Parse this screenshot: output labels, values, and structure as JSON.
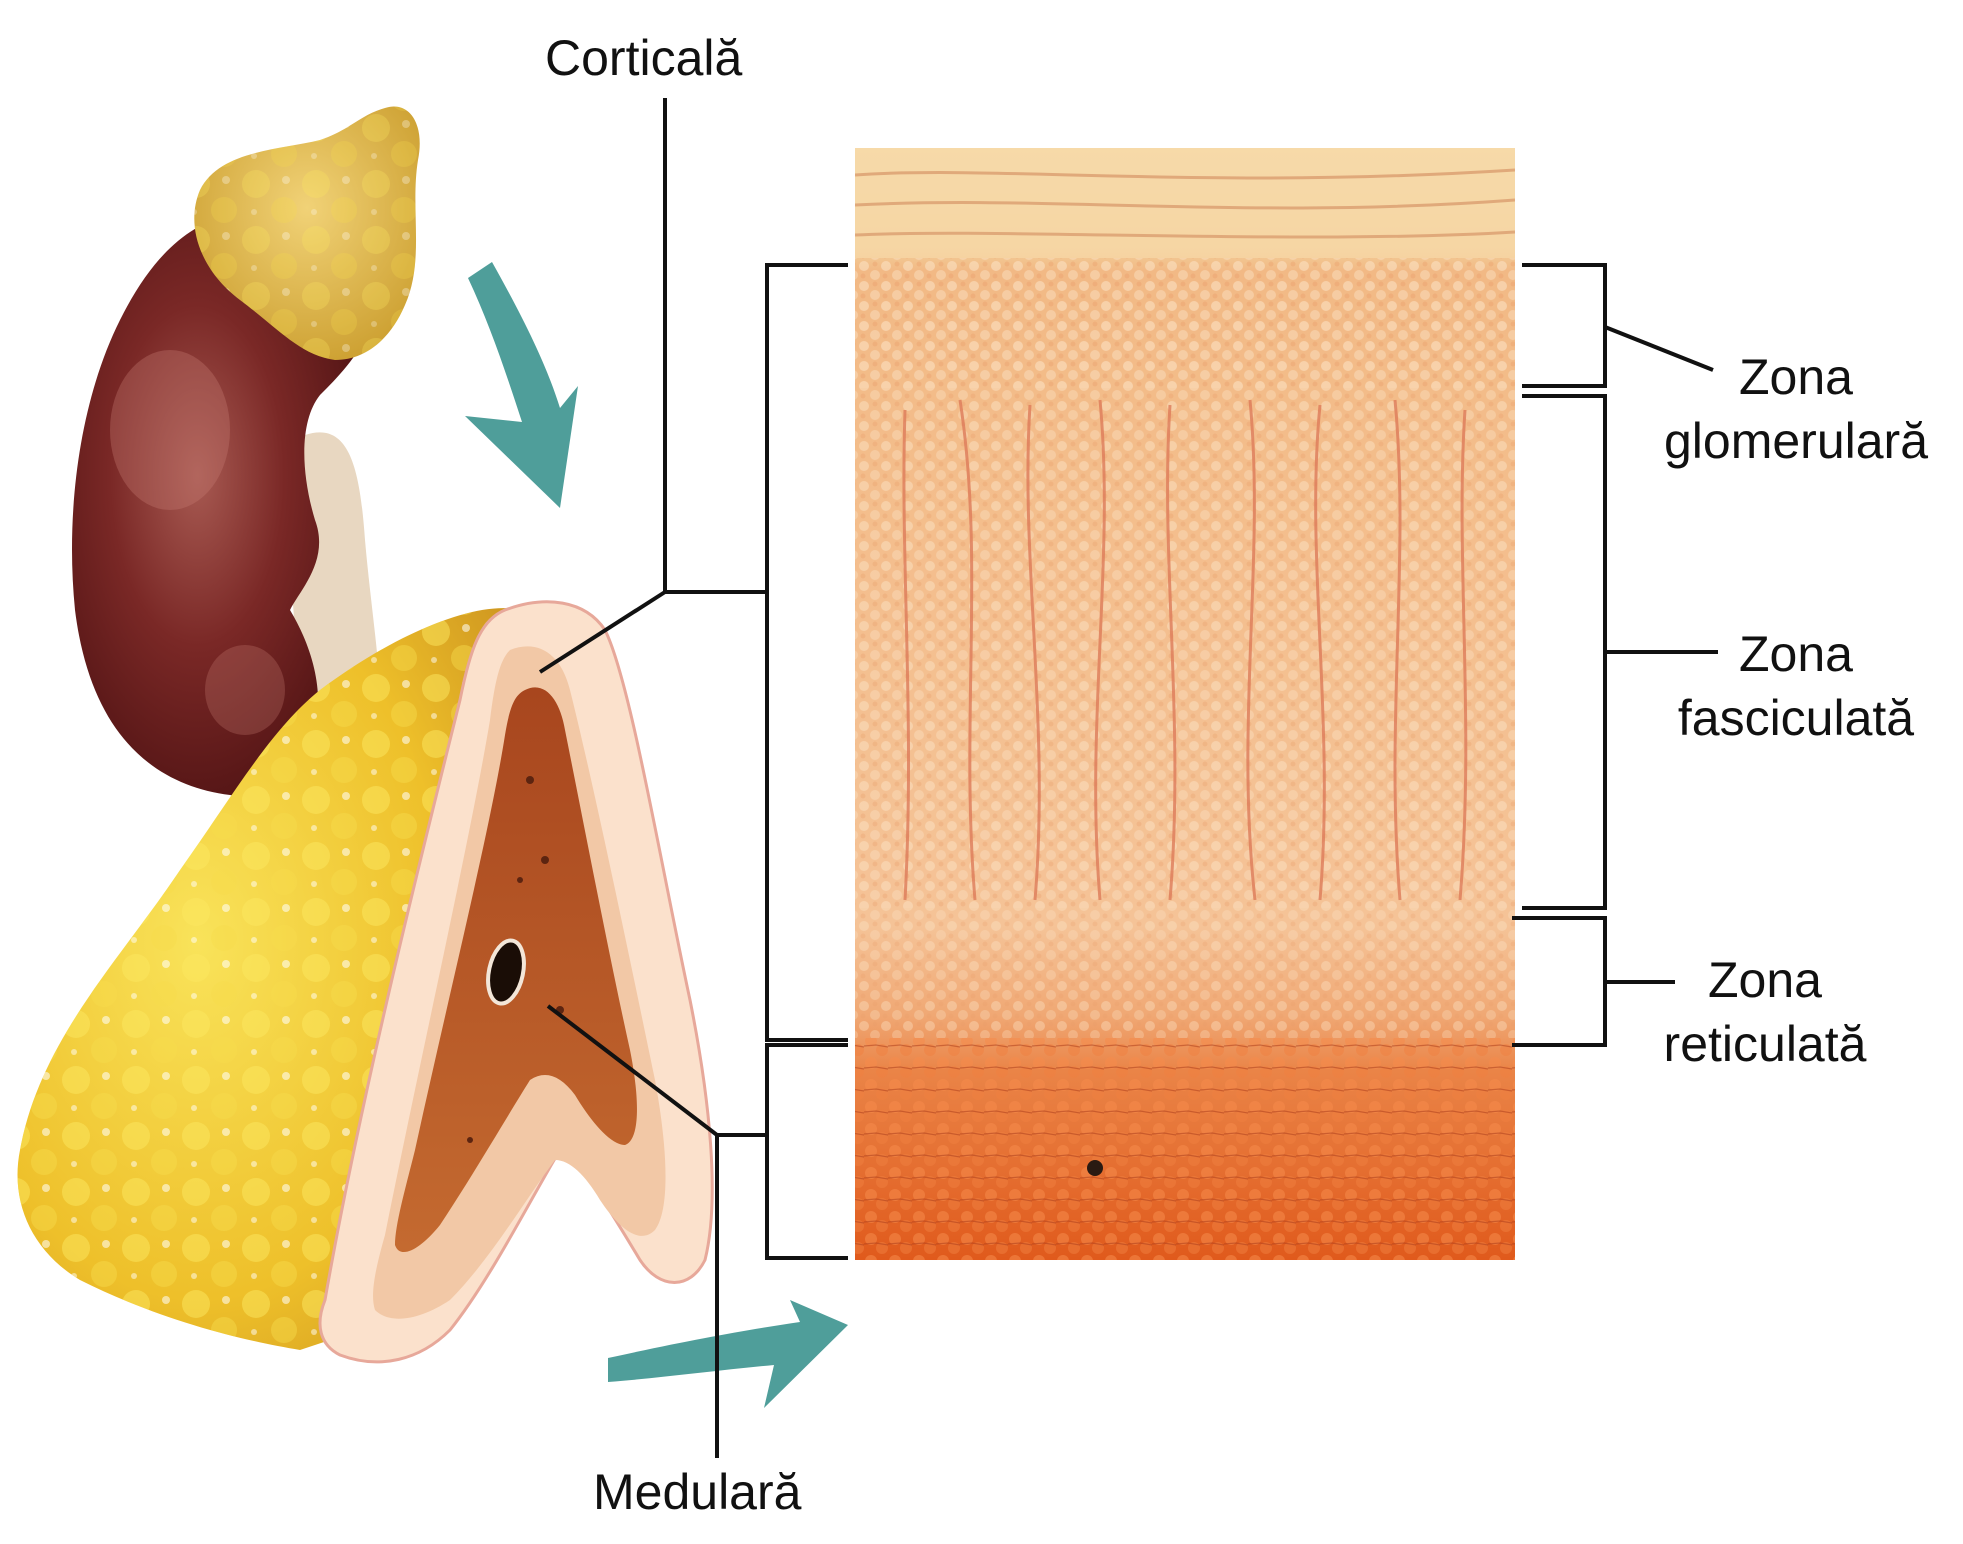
{
  "labels": {
    "cortex": "Corticală",
    "medulla": "Medulară",
    "zona_glomerulosa": [
      "Zona",
      "glomerulară"
    ],
    "zona_fasciculata": [
      "Zona",
      "fasciculată"
    ],
    "zona_reticularis": [
      "Zona",
      "reticulată"
    ]
  },
  "colors": {
    "arrow": "#4f9e9a",
    "kidney": "#6b1d1c",
    "adrenal_gland": "#e6b52a",
    "cortex_band": "#f6d7b4",
    "medulla_core": "#b5531f",
    "capsule_layer": "#f4cf9c",
    "glomerulosa_layer": "#f3b882",
    "fasciculata_layer": "#f4bc8a",
    "reticularis_layer": "#ee9d63",
    "medulla_layer": "#e05a1c",
    "leader_line": "#111111"
  },
  "icons": [
    "arrow-down-right-icon",
    "arrow-right-icon"
  ]
}
